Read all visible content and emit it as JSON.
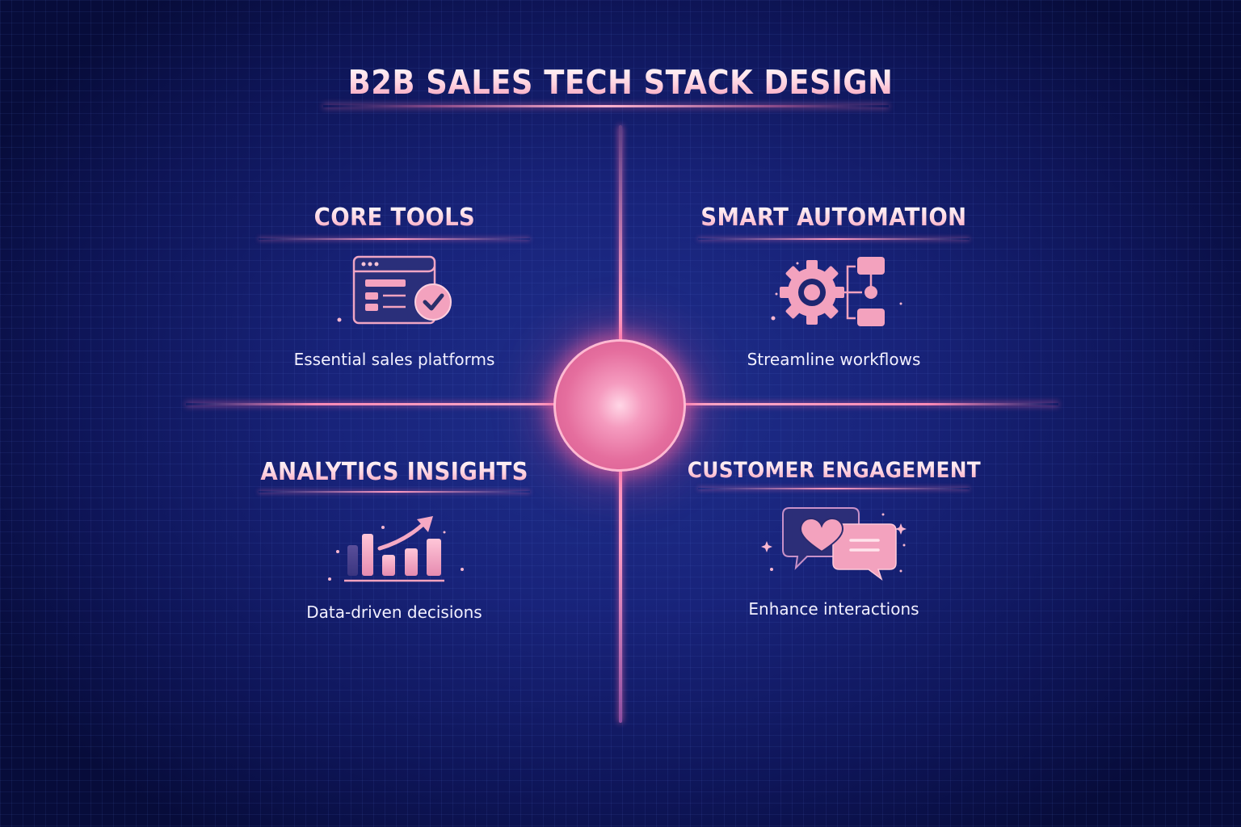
{
  "title": "B2B SALES TECH STACK DESIGN",
  "colors": {
    "background": "#18237a",
    "accent": "#f39ab7",
    "glow": "#ff8ab6",
    "text": "#f2f0ff"
  },
  "quadrants": [
    {
      "title": "CORE TOOLS",
      "description": "Essential sales platforms",
      "icon": "dashboard-checkmark-icon"
    },
    {
      "title": "SMART AUTOMATION",
      "description": "Streamline workflows",
      "icon": "gear-workflow-icon"
    },
    {
      "title": "ANALYTICS INSIGHTS",
      "description": "Data-driven decisions",
      "icon": "bar-chart-growth-icon"
    },
    {
      "title": "CUSTOMER ENGAGEMENT",
      "description": "Enhance interactions",
      "icon": "chat-heart-icon"
    }
  ],
  "center": {
    "icon": "glowing-orb"
  }
}
